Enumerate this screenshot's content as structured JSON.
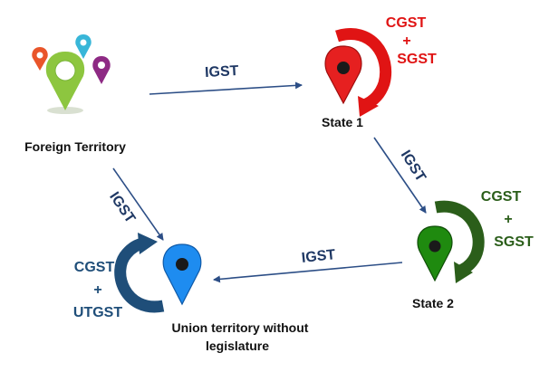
{
  "colors": {
    "arrow": "#2c4e86",
    "edge_label": "#1f3864",
    "state1": "#e01414",
    "state2": "#2b5e1a",
    "union": "#1f4e79",
    "foreign_green": "#8dc63f",
    "foreign_orange": "#e9552a",
    "foreign_cyan": "#38b6d8",
    "foreign_purple": "#8e2a84",
    "state1_pin": "#e62020",
    "state2_pin": "#1f8a0f",
    "union_pin": "#1e8cf0"
  },
  "nodes": {
    "foreign": {
      "label": "Foreign Territory",
      "icon": "map-pins-cluster-icon"
    },
    "state1": {
      "label": "State 1",
      "icon": "red-location-pin-icon"
    },
    "state2": {
      "label": "State 2",
      "icon": "green-location-pin-icon"
    },
    "union": {
      "label_line1": "Union territory  without",
      "label_line2": "legislature",
      "icon": "blue-location-pin-icon"
    }
  },
  "edges": {
    "foreign_to_state1": "IGST",
    "state1_to_state2": "IGST",
    "foreign_to_union": "IGST",
    "state2_to_union": "IGST"
  },
  "local_taxes": {
    "state1": [
      "CGST",
      "+",
      "SGST"
    ],
    "state2": [
      "CGST",
      "+",
      "SGST"
    ],
    "union": [
      "CGST",
      "+",
      "UTGST"
    ]
  }
}
